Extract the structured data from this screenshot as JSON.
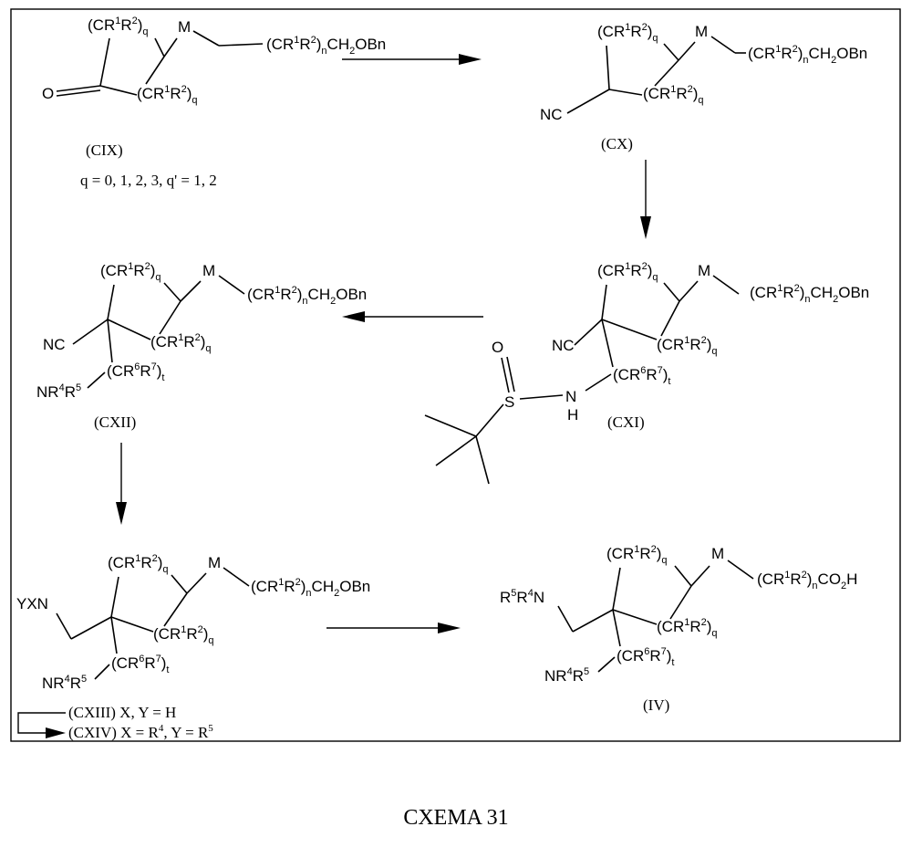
{
  "compounds": {
    "cix": {
      "label": "(CIX)",
      "note": "q = 0, 1, 2, 3, q' = 1, 2",
      "ring_top": [
        "(CR",
        "1",
        "R",
        "2",
        ")",
        "q"
      ],
      "ring_bottom": [
        "(CR",
        "1",
        "R",
        "2",
        ")",
        "q"
      ],
      "chain": [
        "(CR",
        "1",
        "R",
        "2",
        ")",
        "n",
        "CH",
        "2",
        "OBn"
      ],
      "atom_m": "M",
      "atom_o": "O"
    },
    "cx": {
      "label": "(CX)",
      "ring_top": [
        "(CR",
        "1",
        "R",
        "2",
        ")",
        "q"
      ],
      "ring_bottom": [
        "(CR",
        "1",
        "R",
        "2",
        ")",
        "q"
      ],
      "chain": [
        "(CR",
        "1",
        "R",
        "2",
        ")",
        "n",
        "CH",
        "2",
        "OBn"
      ],
      "atom_m": "M",
      "nitrile": "NC"
    },
    "cxi": {
      "label": "(CXI)",
      "ring_top": [
        "(CR",
        "1",
        "R",
        "2",
        ")",
        "q"
      ],
      "ring_bottom": [
        "(CR",
        "1",
        "R",
        "2",
        ")",
        "q"
      ],
      "chain": [
        "(CR",
        "1",
        "R",
        "2",
        ")",
        "n",
        "CH",
        "2",
        "OBn"
      ],
      "side": [
        "(CR",
        "6",
        "R",
        "7",
        ")",
        "t"
      ],
      "atom_m": "M",
      "nitrile": "NC",
      "atom_o": "O",
      "atom_s": "S",
      "atom_n": "N",
      "atom_h": "H"
    },
    "cxii": {
      "label": "(CXII)",
      "ring_top": [
        "(CR",
        "1",
        "R",
        "2",
        ")",
        "q"
      ],
      "ring_bottom": [
        "(CR",
        "1",
        "R",
        "2",
        ")",
        "q"
      ],
      "chain": [
        "(CR",
        "1",
        "R",
        "2",
        ")",
        "n",
        "CH",
        "2",
        "OBn"
      ],
      "side": [
        "(CR",
        "6",
        "R",
        "7",
        ")",
        "t"
      ],
      "amine": [
        "NR",
        "4",
        "R",
        "5"
      ],
      "atom_m": "M",
      "nitrile": "NC"
    },
    "cxiii_cxiv": {
      "ring_top": [
        "(CR",
        "1",
        "R",
        "2",
        ")",
        "q"
      ],
      "ring_bottom": [
        "(CR",
        "1",
        "R",
        "2",
        ")",
        "q"
      ],
      "chain": [
        "(CR",
        "1",
        "R",
        "2",
        ")",
        "n",
        "CH",
        "2",
        "OBn"
      ],
      "side": [
        "(CR",
        "6",
        "R",
        "7",
        ")",
        "t"
      ],
      "amine": [
        "NR",
        "4",
        "R",
        "5"
      ],
      "atom_m": "M",
      "yxn": "YXN",
      "label_cxiii": "(CXIII) X, Y = H",
      "label_cxiv_pre": "(CXIV) X = R",
      "label_cxiv_sup1": "4",
      "label_cxiv_mid": ", Y = R",
      "label_cxiv_sup2": "5"
    },
    "iv": {
      "label": "(IV)",
      "ring_top": [
        "(CR",
        "1",
        "R",
        "2",
        ")",
        "q"
      ],
      "ring_bottom": [
        "(CR",
        "1",
        "R",
        "2",
        ")",
        "q"
      ],
      "chain": [
        "(CR",
        "1",
        "R",
        "2",
        ")",
        "n",
        "CO",
        "2",
        "H"
      ],
      "side": [
        "(CR",
        "6",
        "R",
        "7",
        ")",
        "t"
      ],
      "amine": [
        "NR",
        "4",
        "R",
        "5"
      ],
      "atom_m": "M",
      "r5r4n": [
        "R",
        "5",
        "R",
        "4",
        "N"
      ]
    }
  },
  "caption": "CXEMA 31"
}
